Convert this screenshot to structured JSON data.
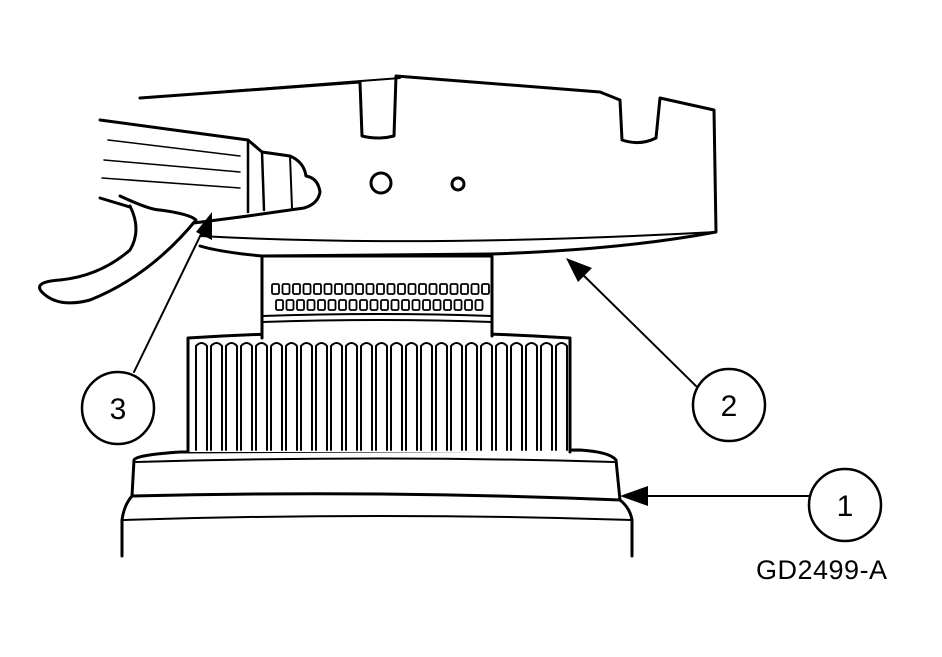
{
  "figure_id": "GD2499-A",
  "callouts": [
    {
      "number": "1"
    },
    {
      "number": "2"
    },
    {
      "number": "3"
    }
  ],
  "colors": {
    "ink": "#000000",
    "paper": "#ffffff"
  }
}
